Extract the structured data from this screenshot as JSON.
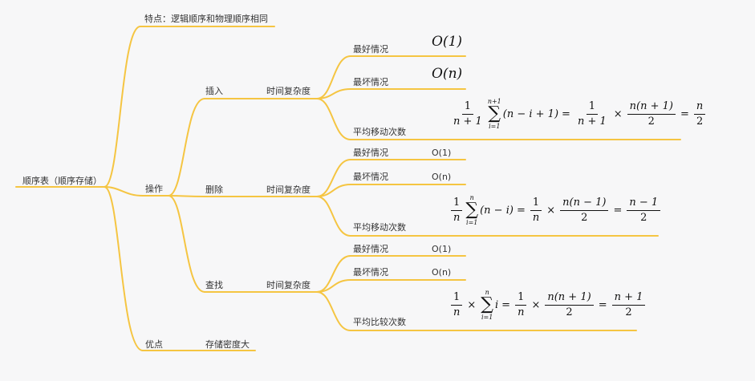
{
  "root": {
    "label": "顺序表（顺序存储）"
  },
  "feature": {
    "label": "特点：逻辑顺序和物理顺序相同"
  },
  "operations": {
    "label": "操作",
    "insert": {
      "label": "插入",
      "complexity_label": "时间复杂度",
      "best": {
        "label": "最好情况",
        "value": "O(1)"
      },
      "worst": {
        "label": "最坏情况",
        "value": "O(n)"
      },
      "average": {
        "label": "平均移动次数",
        "formula": {
          "frac1_num": "1",
          "frac1_den": "n + 1",
          "sum_top": "n+1",
          "sum_bottom": "i=1",
          "term": "(n − i + 1)",
          "eq1": "=",
          "frac2_num": "1",
          "frac2_den": "n + 1",
          "times": "×",
          "frac3_num": "n(n + 1)",
          "frac3_den": "2",
          "eq2": "=",
          "frac4_num": "n",
          "frac4_den": "2"
        }
      }
    },
    "delete": {
      "label": "删除",
      "complexity_label": "时间复杂度",
      "best": {
        "label": "最好情况",
        "value": "O(1)"
      },
      "worst": {
        "label": "最坏情况",
        "value": "O(n)"
      },
      "average": {
        "label": "平均移动次数",
        "formula": {
          "frac1_num": "1",
          "frac1_den": "n",
          "sum_top": "n",
          "sum_bottom": "i=1",
          "term": "(n − i)",
          "eq1": "=",
          "frac2_num": "1",
          "frac2_den": "n",
          "times": "×",
          "frac3_num": "n(n − 1)",
          "frac3_den": "2",
          "eq2": "=",
          "frac4_num": "n − 1",
          "frac4_den": "2"
        }
      }
    },
    "search": {
      "label": "查找",
      "complexity_label": "时间复杂度",
      "best": {
        "label": "最好情况",
        "value": "O(1)"
      },
      "worst": {
        "label": "最坏情况",
        "value": "O(n)"
      },
      "average": {
        "label": "平均比较次数",
        "formula": {
          "frac1_num": "1",
          "frac1_den": "n",
          "times1": "×",
          "sum_top": "n",
          "sum_bottom": "i=1",
          "term": "i",
          "eq1": "=",
          "frac2_num": "1",
          "frac2_den": "n",
          "times2": "×",
          "frac3_num": "n(n + 1)",
          "frac3_den": "2",
          "eq2": "=",
          "frac4_num": "n + 1",
          "frac4_den": "2"
        }
      }
    }
  },
  "advantage": {
    "label": "优点",
    "value": "存储密度大"
  },
  "colors": {
    "branch": "#f5c542",
    "background": "#f7f7f8",
    "text": "#333333"
  }
}
